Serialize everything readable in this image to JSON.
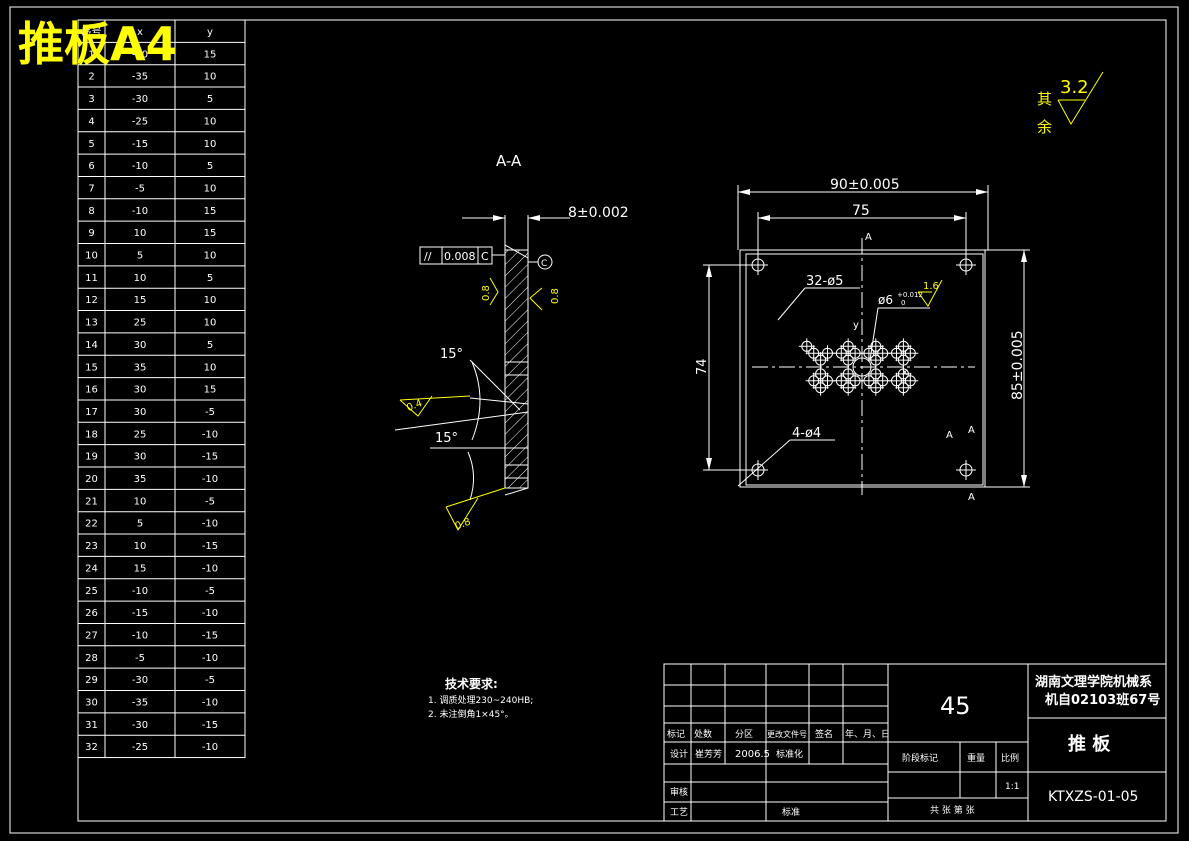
{
  "overlay_title": "推板A4",
  "section_label": "A-A",
  "table": {
    "headers": [
      "序号",
      "x",
      "y"
    ],
    "rows": [
      [
        "1",
        "-40",
        "15"
      ],
      [
        "2",
        "-35",
        "10"
      ],
      [
        "3",
        "-30",
        "5"
      ],
      [
        "4",
        "-25",
        "10"
      ],
      [
        "5",
        "-15",
        "10"
      ],
      [
        "6",
        "-10",
        "5"
      ],
      [
        "7",
        "-5",
        "10"
      ],
      [
        "8",
        "-10",
        "15"
      ],
      [
        "9",
        "10",
        "15"
      ],
      [
        "10",
        "5",
        "10"
      ],
      [
        "11",
        "10",
        "5"
      ],
      [
        "12",
        "15",
        "10"
      ],
      [
        "13",
        "25",
        "10"
      ],
      [
        "14",
        "30",
        "5"
      ],
      [
        "15",
        "35",
        "10"
      ],
      [
        "16",
        "30",
        "15"
      ],
      [
        "17",
        "30",
        "-5"
      ],
      [
        "18",
        "25",
        "-10"
      ],
      [
        "19",
        "30",
        "-15"
      ],
      [
        "20",
        "35",
        "-10"
      ],
      [
        "21",
        "10",
        "-5"
      ],
      [
        "22",
        "5",
        "-10"
      ],
      [
        "23",
        "10",
        "-15"
      ],
      [
        "24",
        "15",
        "-10"
      ],
      [
        "25",
        "-10",
        "-5"
      ],
      [
        "26",
        "-15",
        "-10"
      ],
      [
        "27",
        "-10",
        "-15"
      ],
      [
        "28",
        "-5",
        "-10"
      ],
      [
        "29",
        "-30",
        "-5"
      ],
      [
        "30",
        "-35",
        "-10"
      ],
      [
        "31",
        "-30",
        "-15"
      ],
      [
        "32",
        "-25",
        "-10"
      ]
    ]
  },
  "roughness": {
    "other_label_1": "其",
    "other_label_2": "余",
    "value": "3.2"
  },
  "dimensions": {
    "width_outer": "90±0.005",
    "width_holes": "75",
    "height_outer": "85±0.005",
    "height_holes": "74",
    "holes_small": "32-ø5",
    "holes_corner": "4-ø4",
    "center_hole": "ø6",
    "center_tol_upper": "+0.012",
    "center_tol_lower": "0",
    "center_roughness": "1.6",
    "thickness": "8±0.002",
    "parallelism_symbol": "//",
    "parallelism_value": "0.008",
    "datum": "C",
    "datum_circle": "C",
    "rough_a": "0.8",
    "rough_b": "0.8",
    "rough_c": "0.4",
    "rough_d": "0.8",
    "angle_top": "15°",
    "angle_bottom": "15°",
    "section_mark": "A",
    "axis_y": "y",
    "axis_x": "x"
  },
  "tech_req": {
    "title": "技术要求:",
    "items": [
      "1. 调质处理230~240HB;",
      "2. 未注倒角1×45°。"
    ]
  },
  "title_block": {
    "material": "45",
    "school": "湖南文理学院机械系",
    "class_info": "机自02103班67号",
    "part_name": "推  板",
    "drawing_no": "KTXZS-01-05",
    "labels": [
      "标记",
      "处数",
      "分区",
      "更改文件号",
      "签名",
      "年、月、日"
    ],
    "design_label": "设计",
    "designer": "崔芳芳",
    "design_date": "2006.5",
    "standardize_label": "标准化",
    "review_label": "审核",
    "process_label": "工艺",
    "approve_label": "标准",
    "stage_label": "阶段标记",
    "weight_label": "重量",
    "scale_label": "比例",
    "scale_value": "1:1",
    "sheets": "共 张 第 张"
  }
}
